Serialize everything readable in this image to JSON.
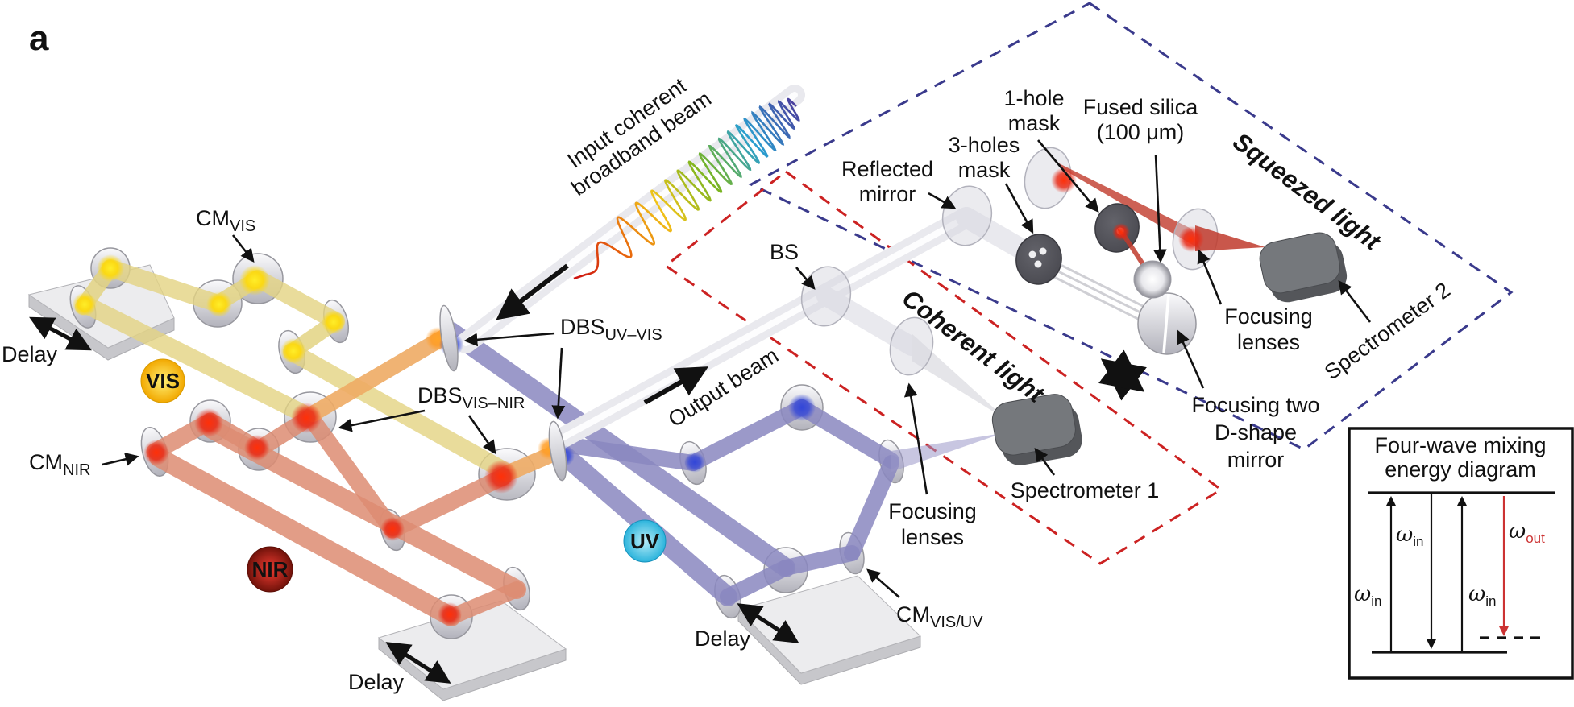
{
  "figure": {
    "panel_label": "a",
    "badges": {
      "vis": "VIS",
      "nir": "NIR",
      "uv": "UV"
    },
    "labels": {
      "cm_vis": {
        "main": "CM",
        "sub": "VIS"
      },
      "cm_nir": {
        "main": "CM",
        "sub": "NIR"
      },
      "cm_vis_uv": {
        "main": "CM",
        "sub": "VIS/UV"
      },
      "dbs_uv_vis": {
        "main": "DBS",
        "sub": "UV–VIS"
      },
      "dbs_vis_nir": {
        "main": "DBS",
        "sub": "VIS–NIR"
      },
      "delay_vis": "Delay",
      "delay_nir": "Delay",
      "delay_uv": "Delay",
      "input_beam": [
        "Input coherent",
        "broadband beam"
      ],
      "output_beam": "Output beam",
      "beam_splitter": "BS",
      "reflected_mirror": [
        "Reflected",
        "mirror"
      ],
      "three_holes_mask": [
        "3-holes",
        "mask"
      ],
      "one_hole_mask": [
        "1-hole",
        "mask"
      ],
      "fused_silica": [
        "Fused silica",
        "(100 μm)"
      ],
      "squeezed_light": "Squeezed light",
      "coherent_light": "Coherent light",
      "focusing_lenses_coherent": [
        "Focusing",
        "lenses"
      ],
      "focusing_lenses_squeezed": [
        "Focusing",
        "lenses"
      ],
      "spectrometer_1": "Spectrometer 1",
      "spectrometer_2": "Spectrometer 2",
      "d_shape_mirror": [
        "Focusing two",
        "D-shape",
        "mirror"
      ]
    },
    "inset": {
      "title": [
        "Four-wave mixing",
        "energy diagram"
      ],
      "omega_symbol": "ω",
      "omega_in_sub": "in",
      "omega_out_sub": "out"
    },
    "colors": {
      "vis_beam": "#e3d382",
      "nir_beam": "#dd8c72",
      "uv_beam": "#8a87c0",
      "combined_beam": "#eeab64",
      "white_beam": "#e9e9ee",
      "squeezed_red": "#c0392b",
      "coherent_dash_box": "#cc2222",
      "squeezed_dash_box": "#3a3a8c",
      "vis_badge": "#f5b900",
      "nir_badge": "#a02015",
      "uv_badge": "#45c8e8",
      "omega_out": "#cc3333"
    },
    "rainbow": [
      "#cc1111",
      "#e8650c",
      "#f0c419",
      "#7ab520",
      "#2a9fd0",
      "#4a3f9e"
    ]
  }
}
